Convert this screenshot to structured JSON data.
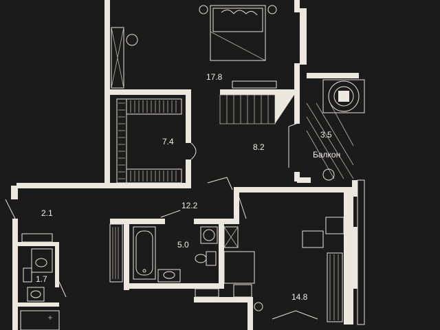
{
  "colors": {
    "background": "#1a1b1a",
    "wall": "#ece8df",
    "line": "#e8e4dc",
    "text": "#f2efe8"
  },
  "rooms": [
    {
      "id": "bedroom",
      "area": "17.8"
    },
    {
      "id": "wardrobe",
      "area": "7.4"
    },
    {
      "id": "hall-upper",
      "area": "8.2"
    },
    {
      "id": "balcony",
      "area": "3.5",
      "name": "Балкон"
    },
    {
      "id": "hall-lower",
      "area": "12.2"
    },
    {
      "id": "entry",
      "area": "2.1"
    },
    {
      "id": "bathroom",
      "area": "5.0"
    },
    {
      "id": "wc",
      "area": "1.7"
    },
    {
      "id": "living",
      "area": "14.8"
    }
  ]
}
